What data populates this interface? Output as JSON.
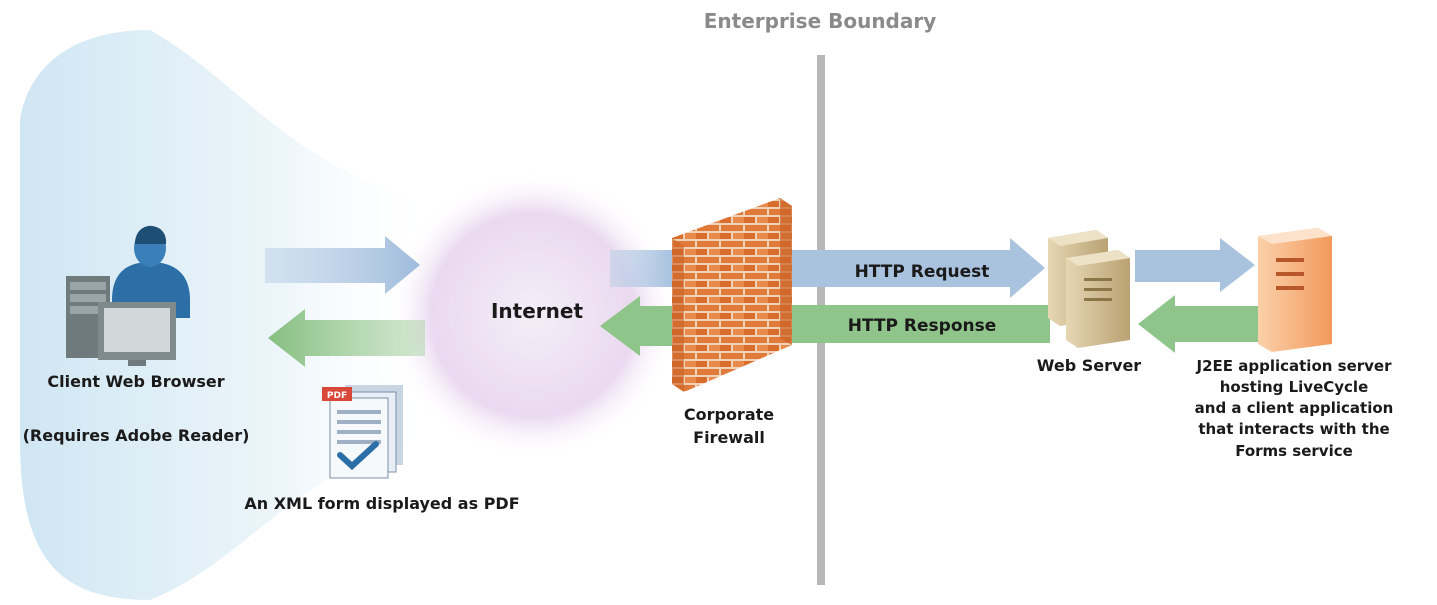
{
  "boundary": {
    "title": "Enterprise Boundary"
  },
  "client": {
    "label": "Client Web Browser",
    "requirement": "(Requires Adobe Reader)"
  },
  "pdf_form": {
    "badge": "PDF",
    "caption": "An XML form displayed as PDF"
  },
  "internet": {
    "label": "Internet"
  },
  "firewall": {
    "line1": "Corporate",
    "line2": "Firewall"
  },
  "http": {
    "request": "HTTP Request",
    "response": "HTTP Response"
  },
  "web_server": {
    "label": "Web Server"
  },
  "app_server": {
    "line1": "J2EE application server",
    "line2": "hosting LiveCycle",
    "line3": "and a client application",
    "line4": "that interacts with the",
    "line5": "Forms service"
  },
  "colors": {
    "request_arrow": "#a9c3df",
    "response_arrow": "#8fc48a",
    "boundary_line": "#b8b8b8",
    "firewall_brick": "#e07a3a",
    "app_server": "#f3a46a",
    "web_server": "#c9b48a",
    "internet_glow": "#e3d3ec",
    "client_glow": "#cfe6f3"
  }
}
